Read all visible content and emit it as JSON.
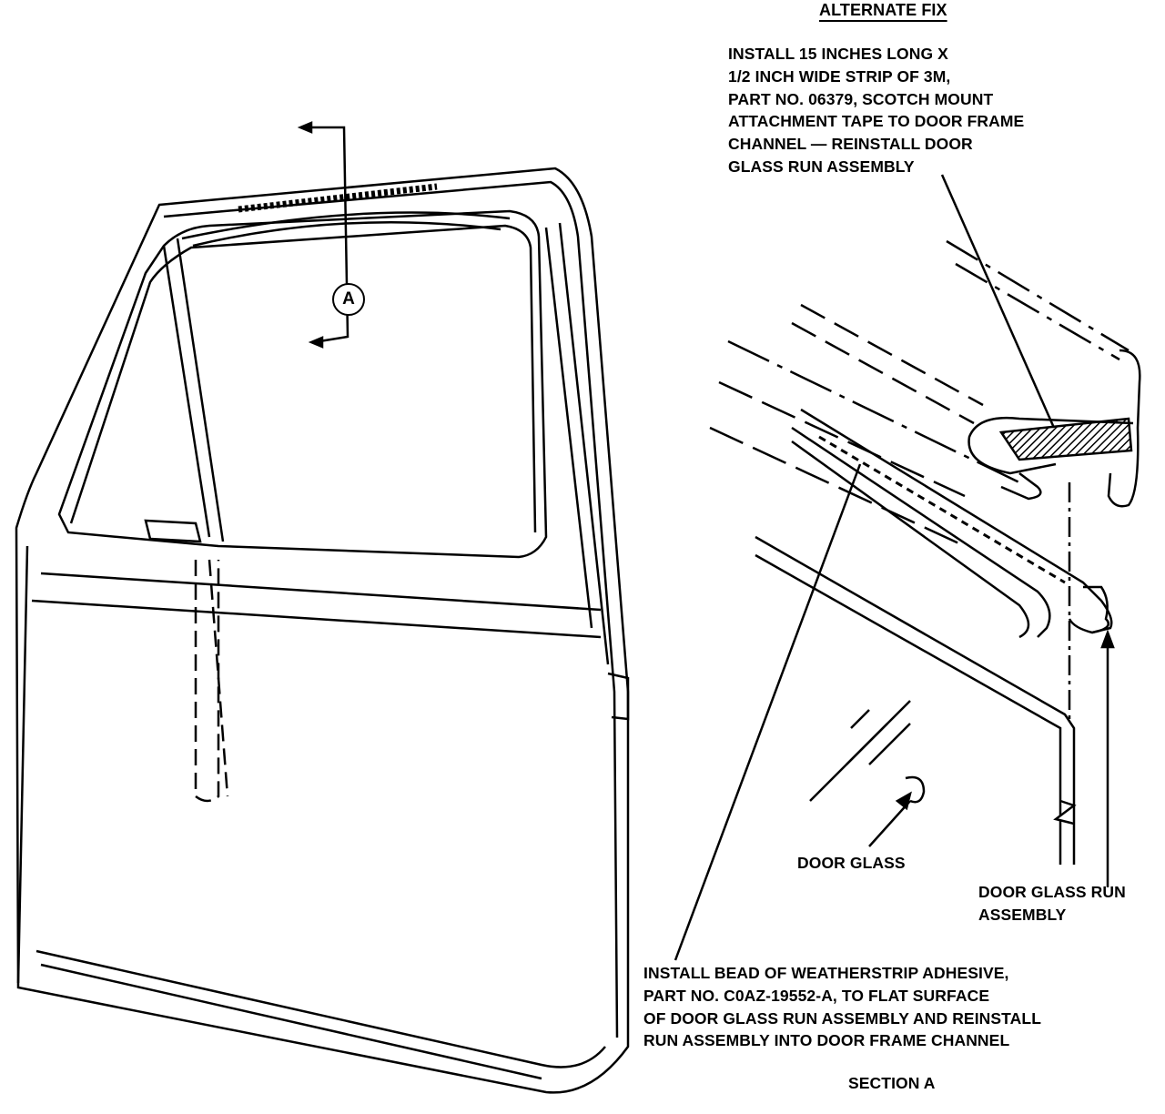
{
  "title": "ALTERNATE FIX",
  "section_marker": "A",
  "callouts": {
    "tape_note": [
      "INSTALL 15 INCHES LONG X",
      "1/2 INCH WIDE STRIP OF 3M,",
      "PART NO. 06379, SCOTCH MOUNT",
      "ATTACHMENT TAPE TO DOOR FRAME",
      "CHANNEL — REINSTALL DOOR",
      "GLASS RUN ASSEMBLY"
    ],
    "door_glass": "DOOR GLASS",
    "run_assembly": [
      "DOOR GLASS RUN",
      "ASSEMBLY"
    ],
    "adhesive_note": [
      "INSTALL BEAD OF WEATHERSTRIP ADHESIVE,",
      "PART NO. C0AZ-19552-A, TO FLAT SURFACE",
      "OF DOOR GLASS RUN ASSEMBLY AND REINSTALL",
      "RUN ASSEMBLY INTO DOOR FRAME CHANNEL"
    ]
  },
  "caption": "SECTION A"
}
